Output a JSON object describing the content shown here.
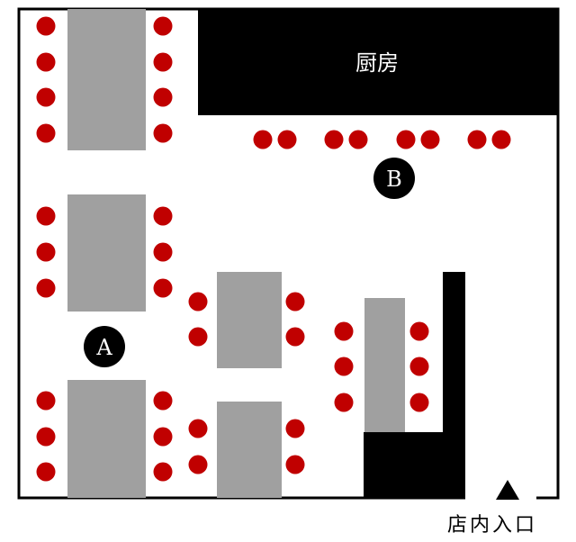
{
  "kitchen_label": "厨房",
  "marker_a": "A",
  "marker_b": "B",
  "entrance_label": "店内入口",
  "colors": {
    "wall": "#000000",
    "table": "#a0a0a0",
    "seat": "#c00000",
    "floor": "#ffffff",
    "marker_text": "#ffffff"
  },
  "icons": {
    "entrance": "triangle-up"
  }
}
